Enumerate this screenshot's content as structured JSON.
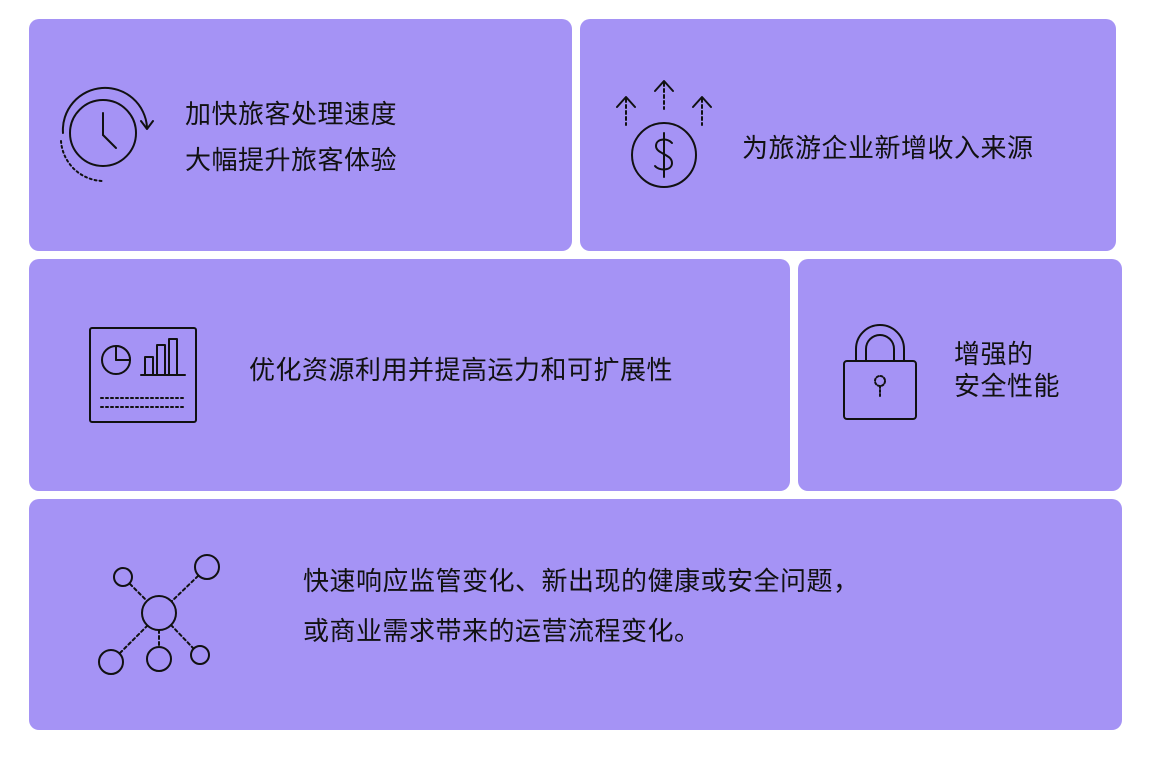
{
  "palette": {
    "card": "#a593f5",
    "ink": "#111111",
    "background": "#ffffff"
  },
  "cards": [
    {
      "icon": "clock-refresh-icon",
      "lines": [
        "加快旅客处理速度",
        "大幅提升旅客体验"
      ]
    },
    {
      "icon": "dollar-growth-icon",
      "lines": [
        "为旅游企业新增收入来源"
      ]
    },
    {
      "icon": "dashboard-chart-icon",
      "lines": [
        "优化资源利用并提高运力和可扩展性"
      ]
    },
    {
      "icon": "padlock-icon",
      "lines": [
        "增强的",
        "安全性能"
      ]
    },
    {
      "icon": "network-nodes-icon",
      "lines": [
        "快速响应监管变化、新出现的健康或安全问题，",
        "或商业需求带来的运营流程变化。"
      ]
    }
  ]
}
